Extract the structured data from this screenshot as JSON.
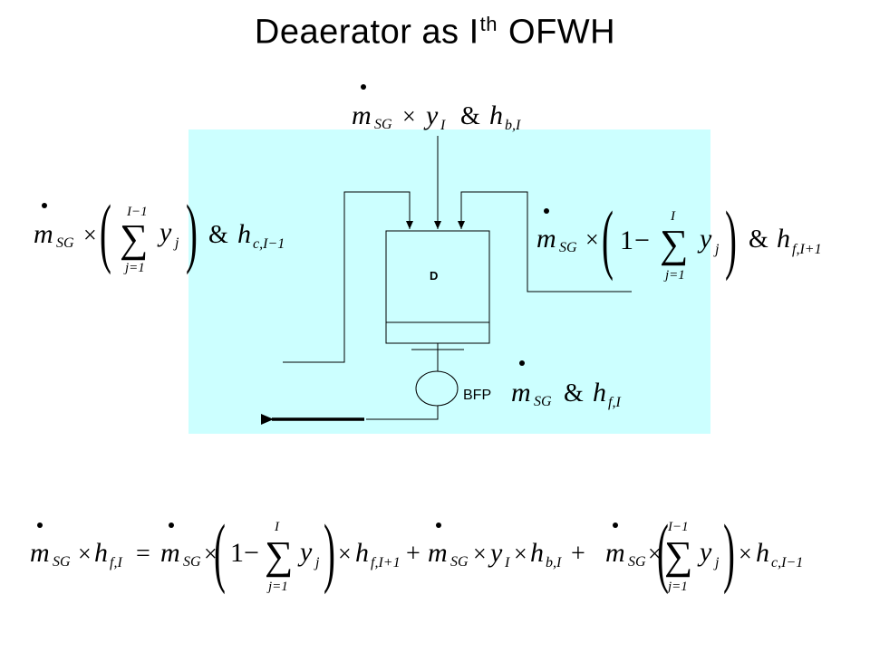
{
  "title": {
    "main": "Deaerator as I",
    "sup": "th",
    "tail": "OFWH"
  },
  "diagram": {
    "bg_color": "#ccffff",
    "deaerator_label": "D",
    "pump_label": "BFP"
  },
  "labels": {
    "m": "m",
    "sg": "SG",
    "y": "y",
    "j": "j",
    "I": "I",
    "h": "h",
    "one": "1",
    "amp": "&",
    "times": "×",
    "minus": "−",
    "plus": "+",
    "equals": "=",
    "sub_b_I": "b,I",
    "sub_c_Im1": "c,I−1",
    "sub_f_Ip1": "f,I+1",
    "sub_f_I": "f,I",
    "sum_upper_Im1": "I−1",
    "sum_upper_I": "I",
    "sum_lower": "j=1",
    "sigma": "∑",
    "lparen": "(",
    "rparen": ")"
  }
}
